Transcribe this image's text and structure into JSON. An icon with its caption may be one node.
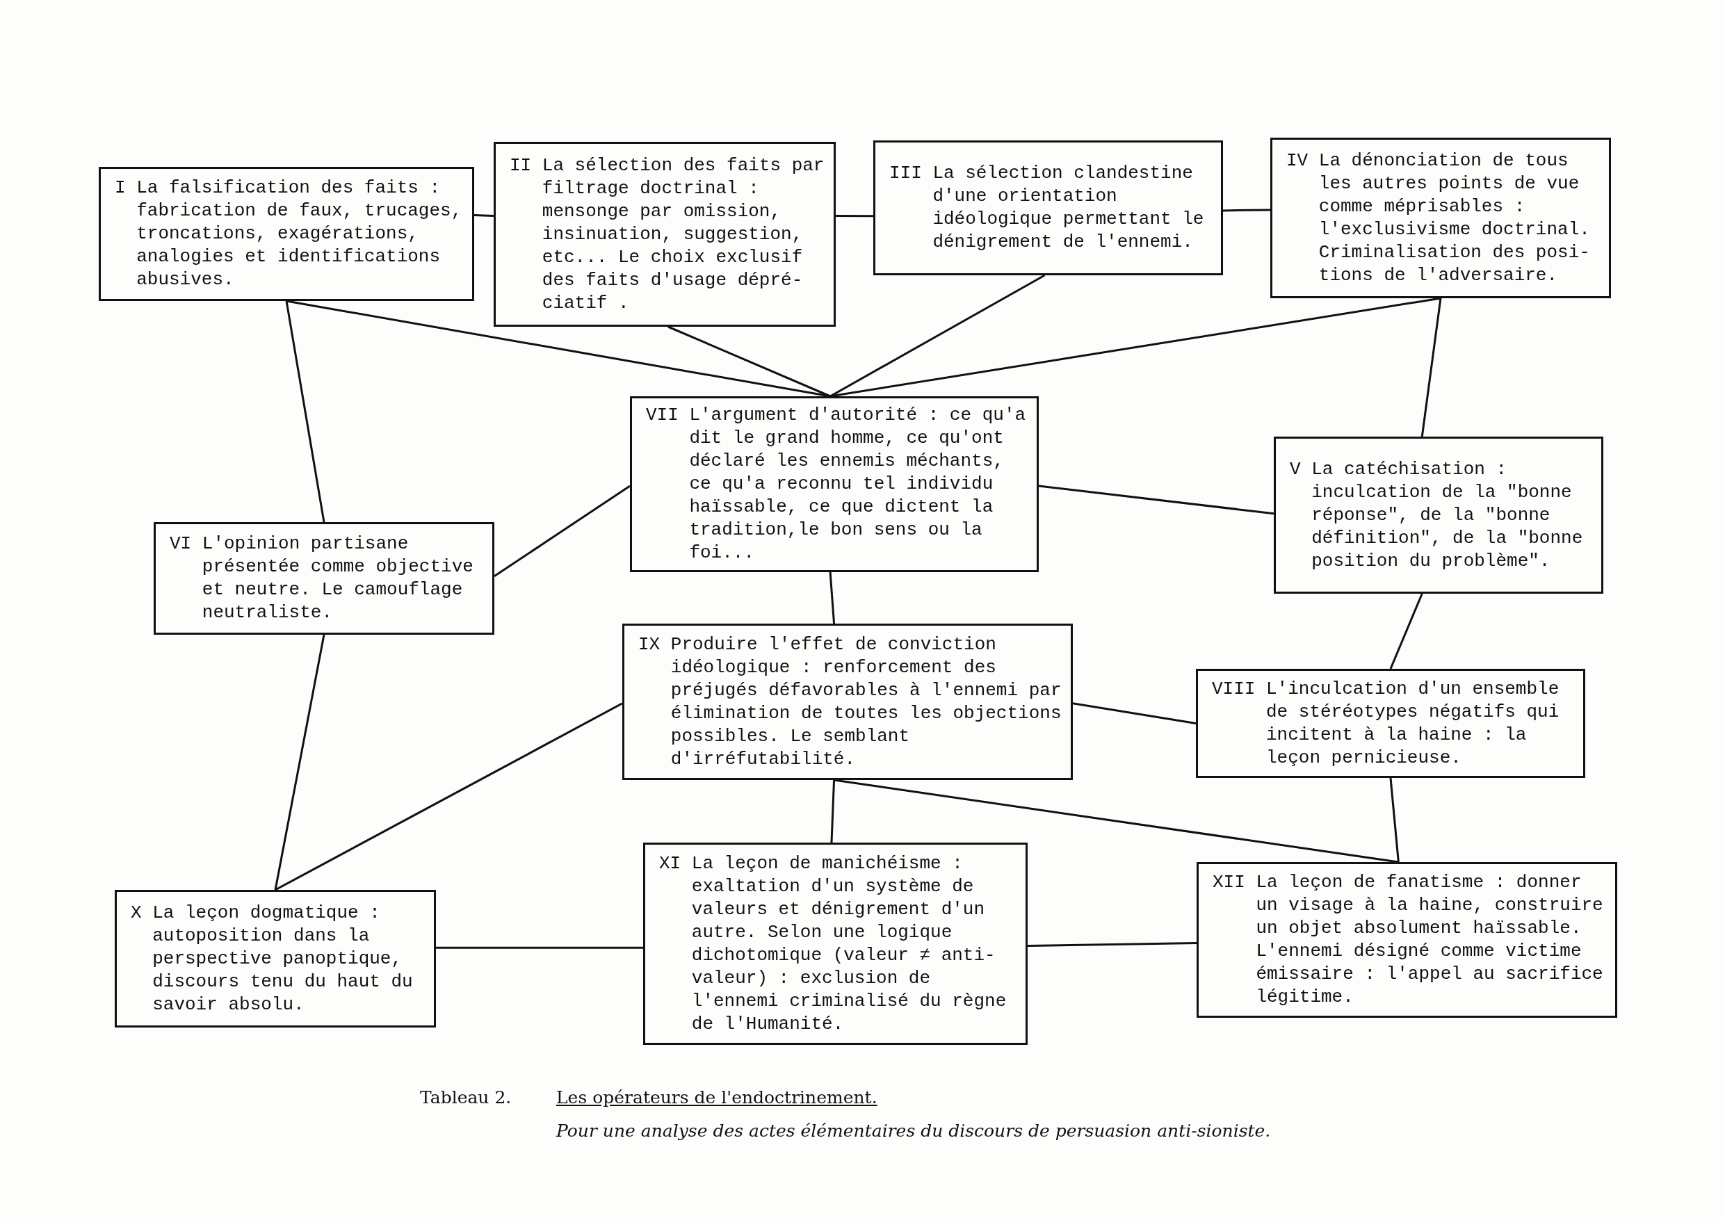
{
  "diagram": {
    "title": "Les opérateurs de l'endoctrinement.",
    "caption": "Pour une analyse des actes élémentaires du discours de persuasion anti-sioniste.",
    "nodes": [
      {
        "text": [
          "I La falsification des faits : fabrication de faux, trucages, troncations, exagérations, analogies et identifications abusives."
        ]
      },
      {
        "text": [
          "II La sélection des faits par filtrage doctrinal : mensonge par omission, insinuation, suggestion, etc... Le choix exclusif des faits d'usage dépré- ciatif ."
        ]
      },
      {
        "text": [
          "III La sélection clandestine d'une orientation idéologique permettant le dénigrement de l'ennemi."
        ]
      },
      {
        "text": [
          "IV La dénonciation de tous les autres points de vue comme méprisables : l'exclusivisme doctrinal. Criminalisation des posi- tions de l'adversaire."
        ]
      },
      {
        "text": [
          "V La catéchisation : inculcation de la \"bonne réponse\", de la \"bonne définition\", de la \"bonne position du problème\"."
        ]
      },
      {
        "text": [
          "VI L'opinion partisane présentée comme objective et neutre. Le camouflage neutraliste."
        ]
      },
      {
        "text": [
          "VII L'argument d'autorité : ce qu'a dit le grand homme, ce qu'ont déclaré les ennemis méchants, ce qu'a reconnu tel individu haïssable, ce que dictent la tradition,le bon sens ou la foi..."
        ]
      },
      {
        "text": [
          "VIII L'inculcation d'un ensemble de stéréotypes négatifs qui incitent à la haine : la leçon pernicieuse."
        ]
      },
      {
        "text": [
          "IX Produire l'effet de conviction idéologique : renforcement des préjugés défavorables à l'ennemi par élimination de toutes les objections possibles. Le semblant d'irréfutabilité."
        ]
      },
      {
        "text": [
          "X La leçon dogmatique : autoposition dans la perspective panoptique, discours tenu du haut du savoir absolu."
        ]
      },
      {
        "text": [
          "XI La leçon de manichéisme : exaltation d'un système de valeurs et dénigrement d'un autre. Selon une logique dichotomique (valeur ≠ anti- valeur) : exclusion de l'ennemi criminalisé du règne de l'Humanité."
        ]
      },
      {
        "text": [
          "XII La leçon de fanatisme : donner un visage à la haine, construire un objet absolument haïssable. L'ennemi désigné comme victime émissaire : l'appel au sacrifice légitime."
        ]
      }
    ],
    "edges": [
      {
        "from": 0,
        "to": 1,
        "arrow": "none"
      },
      {
        "from": 1,
        "to": 2,
        "arrow": "none"
      },
      {
        "from": 2,
        "to": 3,
        "arrow": "none"
      },
      {
        "from": 0,
        "to": 6,
        "arrow": "none"
      },
      {
        "from": 1,
        "to": 6,
        "arrow": "none"
      },
      {
        "from": 2,
        "to": 6,
        "arrow": "none"
      },
      {
        "from": 3,
        "to": 6,
        "arrow": "none"
      },
      {
        "from": 0,
        "to": 5,
        "arrow": "none"
      },
      {
        "from": 3,
        "to": 4,
        "arrow": "none"
      },
      {
        "from": 5,
        "to": 6,
        "arrow": "none"
      },
      {
        "from": 6,
        "to": 4,
        "arrow": "none"
      },
      {
        "from": 6,
        "to": 8,
        "arrow": "none"
      },
      {
        "from": 4,
        "to": 7,
        "arrow": "none"
      },
      {
        "from": 8,
        "to": 7,
        "arrow": "none"
      },
      {
        "from": 5,
        "to": 9,
        "arrow": "none"
      },
      {
        "from": 8,
        "to": 9,
        "arrow": "none"
      },
      {
        "from": 8,
        "to": 10,
        "arrow": "none"
      },
      {
        "from": 8,
        "to": 11,
        "arrow": "none"
      },
      {
        "from": 7,
        "to": 11,
        "arrow": "none"
      },
      {
        "from": 9,
        "to": 10,
        "arrow": "none"
      },
      {
        "from": 10,
        "to": 11,
        "arrow": "none"
      }
    ],
    "labels": [
      "Tableau 2."
    ]
  }
}
